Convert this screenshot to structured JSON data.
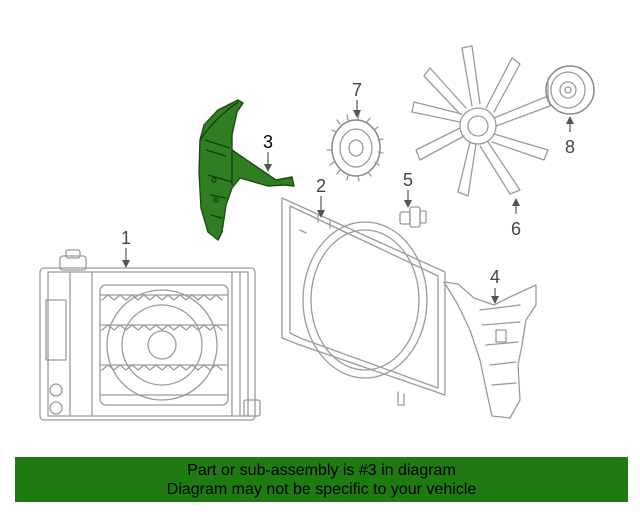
{
  "diagram": {
    "callouts": [
      {
        "id": "1",
        "label": "1",
        "highlighted": false
      },
      {
        "id": "2",
        "label": "2",
        "highlighted": false
      },
      {
        "id": "3",
        "label": "3",
        "highlighted": true
      },
      {
        "id": "4",
        "label": "4",
        "highlighted": false
      },
      {
        "id": "5",
        "label": "5",
        "highlighted": false
      },
      {
        "id": "6",
        "label": "6",
        "highlighted": false
      },
      {
        "id": "7",
        "label": "7",
        "highlighted": false
      },
      {
        "id": "8",
        "label": "8",
        "highlighted": false
      }
    ],
    "highlight_color": "#2f7f22"
  },
  "banner": {
    "line1": "Part or sub-assembly is #3 in diagram",
    "line2": "Diagram may not be specific to your vehicle",
    "background": "#1f7a12"
  }
}
